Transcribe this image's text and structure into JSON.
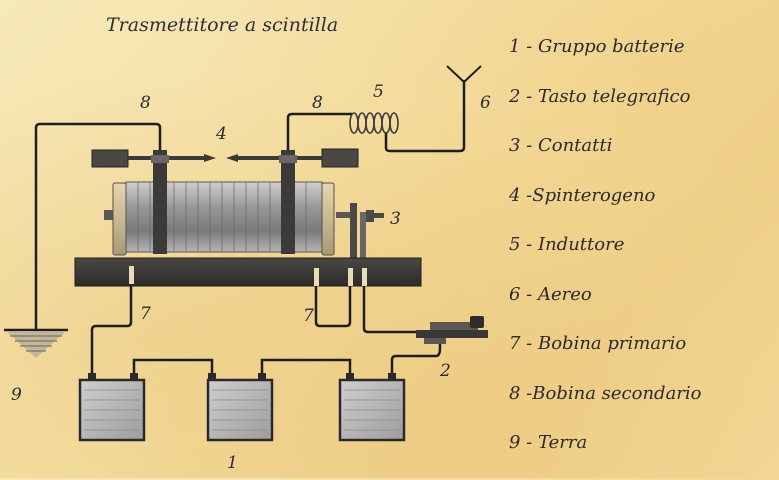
{
  "title": "Trasmettitore a scintilla",
  "legend": [
    "1 - Gruppo batterie",
    "2 - Tasto telegrafico",
    "3 - Contatti",
    "4 -Spinterogeno",
    "5 - Induttore",
    "6 - Aereo",
    "7 - Bobina primario",
    "8 -Bobina secondario",
    "9 - Terra"
  ],
  "markers": {
    "batteries": "1",
    "key": "2",
    "contacts": "3",
    "spark_gap": "4",
    "inductor": "5",
    "aerial": "6",
    "primary_left": "7",
    "primary_right": "7",
    "secondary_left": "8",
    "secondary_right": "8",
    "ground": "9"
  },
  "colors": {
    "background": "#f3dea0",
    "ink": "#2a2a30",
    "wire": "#1e1e22",
    "coil": "#8a8a8a",
    "base": "#3a3835"
  }
}
